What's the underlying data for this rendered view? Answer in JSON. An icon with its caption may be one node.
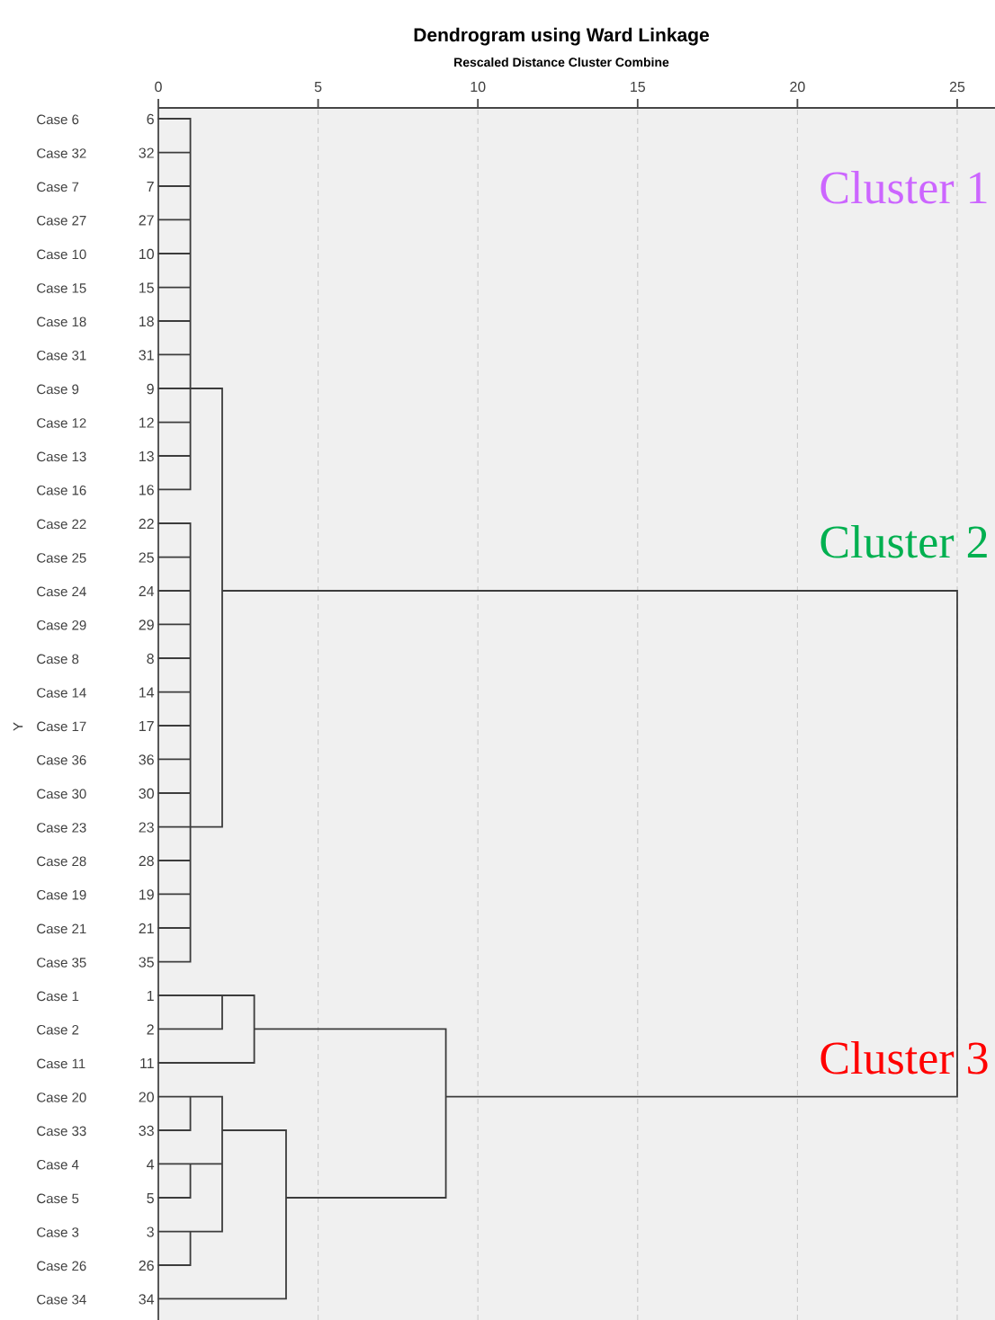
{
  "diagram": {
    "title": "Dendrogram using Ward Linkage",
    "labels": [
      "Rescaled Distance Cluster Combine",
      "0",
      "5",
      "10",
      "15",
      "20",
      "25",
      "Case 6",
      "6",
      "Case 32",
      "32",
      "Case 7",
      "7",
      "Case 27",
      "27",
      "Case 10",
      "10",
      "Case 15",
      "15",
      "Case 18",
      "18",
      "Case 31",
      "31",
      "Case 9",
      "9",
      "Case 12",
      "12",
      "Case 13",
      "13",
      "Case 16",
      "16",
      "Case 22",
      "22",
      "Case 25",
      "25",
      "Case 24",
      "24",
      "Case 29",
      "29",
      "Case 8",
      "8",
      "Case 14",
      "14",
      "Case 17",
      "17",
      "Case 36",
      "36",
      "Case 30",
      "30",
      "Case 23",
      "23",
      "Case 28",
      "28",
      "Case 19",
      "19",
      "Case 21",
      "21",
      "Case 35",
      "35",
      "Case 1",
      "1",
      "Case 2",
      "2",
      "Case 11",
      "11",
      "Case 20",
      "20",
      "Case 33",
      "33",
      "Case 4",
      "4",
      "Case 5",
      "5",
      "Case 3",
      "3",
      "Case 26",
      "26",
      "Case 34",
      "34",
      "Y",
      "Cluster 1",
      "Cluster 2",
      "Cluster 3"
    ]
  }
}
